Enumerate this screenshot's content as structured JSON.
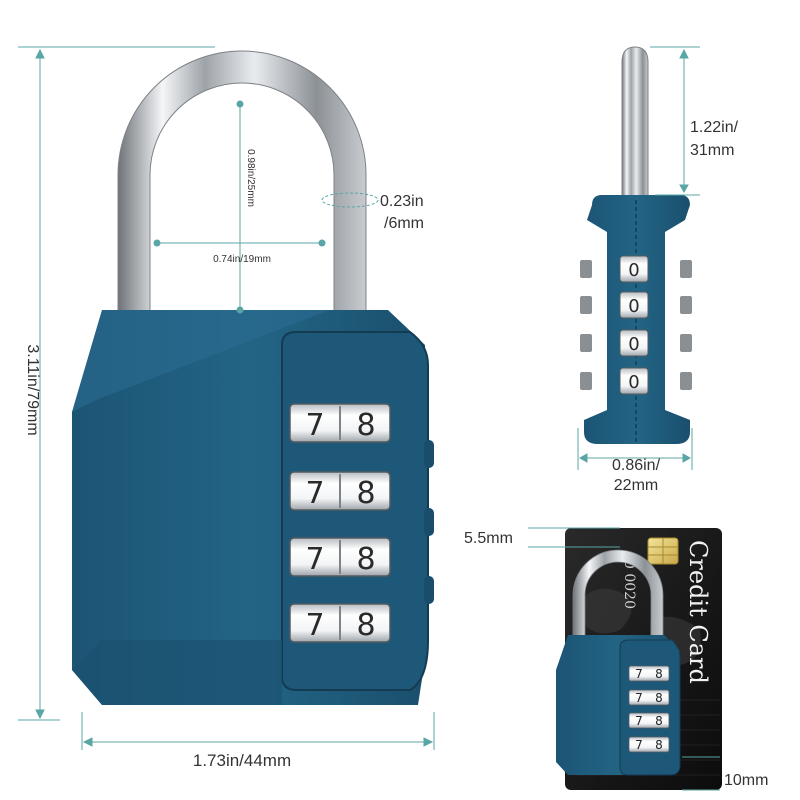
{
  "front_view": {
    "height_label": "3.11in/79mm",
    "width_label": "1.73in/44mm",
    "shackle_inner_height_label": "0.98in/25mm",
    "shackle_inner_width_label": "0.74in/19mm",
    "shackle_thickness_label_line1": "0.23in",
    "shackle_thickness_label_line2": "/6mm",
    "dials": [
      {
        "left_digit": "7",
        "right_digit": "8"
      },
      {
        "left_digit": "7",
        "right_digit": "8"
      },
      {
        "left_digit": "7",
        "right_digit": "8"
      },
      {
        "left_digit": "7",
        "right_digit": "8"
      }
    ]
  },
  "side_view": {
    "shackle_height_label_line1": "1.22in/",
    "shackle_height_label_line2": "31mm",
    "depth_label_line1": "0.86in/",
    "depth_label_line2": "22mm",
    "dial_digits": [
      "0",
      "0",
      "0",
      "0"
    ]
  },
  "card_comparison": {
    "card_thickness_label": "5.5mm",
    "lock_thickness_label": "10mm",
    "card_brand_text": "Credit Card",
    "card_number_fragment": "0 0020",
    "dials": [
      {
        "left_digit": "7",
        "right_digit": "8"
      },
      {
        "left_digit": "7",
        "right_digit": "8"
      },
      {
        "left_digit": "7",
        "right_digit": "8"
      },
      {
        "left_digit": "7",
        "right_digit": "8"
      }
    ]
  },
  "colors": {
    "lock_body": "#1f5a7a",
    "lock_body_dark": "#163f56",
    "lock_body_light": "#2a6d92",
    "dimension_line": "#5aa5a5",
    "card": "#1a1a1a"
  }
}
